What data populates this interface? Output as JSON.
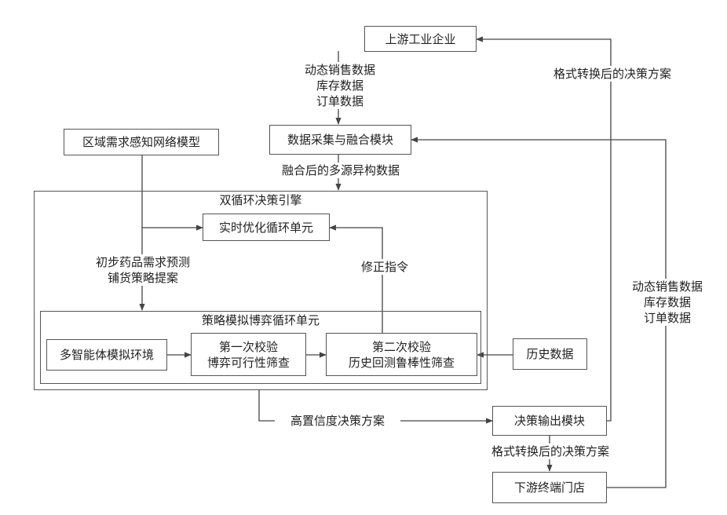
{
  "nodes": {
    "upstream": "上游工业企业",
    "data_fusion": "数据采集与融合模块",
    "regional_model": "区域需求感知网络模型",
    "engine_title": "双循环决策引擎",
    "realtime_unit": "实时优化循环单元",
    "game_unit_title": "策略模拟博弈循环单元",
    "multi_agent": "多智能体模拟环境",
    "check1_line1": "第一次校验",
    "check1_line2": "博弈可行性筛查",
    "check2_line1": "第二次校验",
    "check2_line2": "历史回测鲁棒性筛查",
    "history": "历史数据",
    "decision_output": "决策输出模块",
    "downstream": "下游终端门店"
  },
  "labels": {
    "upstream_data": [
      "动态销售数据",
      "库存数据",
      "订单数据"
    ],
    "fused_data": "融合后的多源异构数据",
    "forecast": [
      "初步药品需求预测",
      "铺货策略提案"
    ],
    "correction": "修正指令",
    "high_conf": "高置信度决策方案",
    "formatted_top": "格式转换后的决策方案",
    "formatted_bottom": "格式转换后的决策方案",
    "downstream_data": [
      "动态销售数据",
      "库存数据",
      "订单数据"
    ]
  }
}
